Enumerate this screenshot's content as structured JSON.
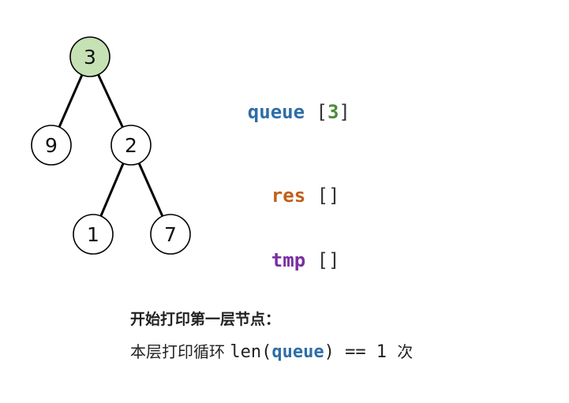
{
  "tree": {
    "nodes": [
      {
        "id": "n3",
        "label": "3",
        "highlighted": true
      },
      {
        "id": "n9",
        "label": "9",
        "highlighted": false
      },
      {
        "id": "n2",
        "label": "2",
        "highlighted": false
      },
      {
        "id": "n1",
        "label": "1",
        "highlighted": false
      },
      {
        "id": "n7",
        "label": "7",
        "highlighted": false
      }
    ],
    "edges": [
      [
        "n3",
        "n9"
      ],
      [
        "n3",
        "n2"
      ],
      [
        "n2",
        "n1"
      ],
      [
        "n2",
        "n7"
      ]
    ],
    "highlight_color": "#c6e1b4",
    "node_fill": "#ffffff"
  },
  "vars": {
    "queue": {
      "name": "queue",
      "open": "[",
      "value": "3",
      "close": "]",
      "color": "#2e6da8"
    },
    "res": {
      "name": "res",
      "value": "[]",
      "color": "#c0601a"
    },
    "tmp": {
      "name": "tmp",
      "value": "[]",
      "color": "#7a2fa1"
    }
  },
  "caption": {
    "line1": "开始打印第一层节点：",
    "line2_prefix": "本层打印循环 ",
    "line2_code_a": "len(",
    "line2_keyword": "queue",
    "line2_code_b": ") == 1 ",
    "line2_suffix": "次"
  }
}
